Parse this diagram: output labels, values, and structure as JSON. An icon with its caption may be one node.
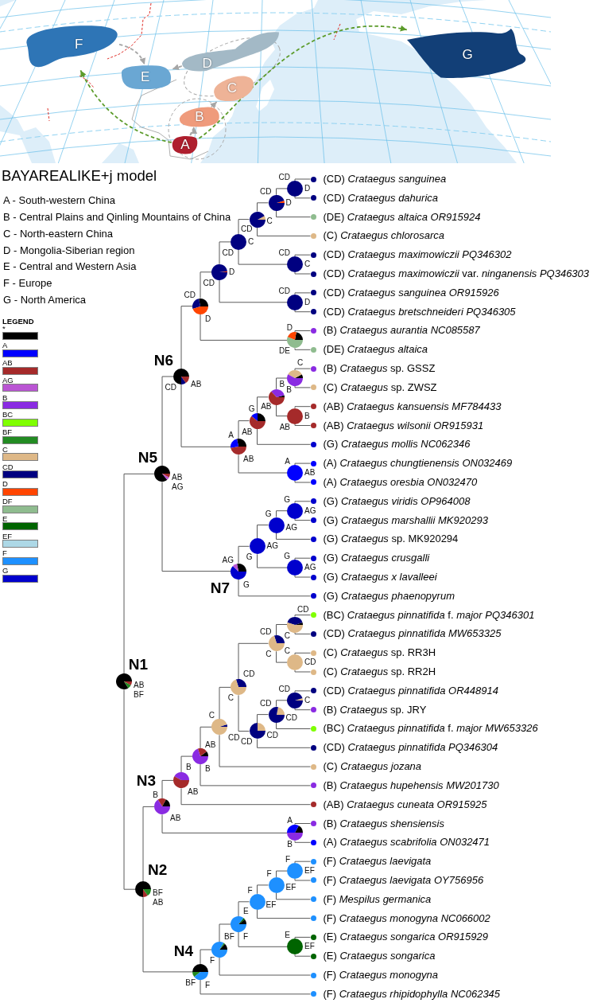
{
  "diagram": {
    "title": "BAYAREALIKE+j model",
    "nodes": [
      {
        "text": [
          "F"
        ]
      },
      {
        "text": [
          "G"
        ]
      },
      {
        "text": [
          "D"
        ]
      },
      {
        "text": [
          "E"
        ]
      },
      {
        "text": [
          "C"
        ]
      },
      {
        "text": [
          "B"
        ]
      },
      {
        "text": [
          "A"
        ]
      },
      {
        "text": [],
        "shape": "circle",
        "beside": [
          "N1",
          "AB",
          "BF"
        ]
      },
      {
        "text": [],
        "shape": "circle",
        "beside": [
          "N5",
          "AB",
          "AG"
        ]
      },
      {
        "text": [],
        "shape": "circle",
        "beside": [
          "N6",
          "CD",
          "AB"
        ]
      },
      {
        "text": [],
        "shape": "circle",
        "beside": [
          "CD",
          "D"
        ]
      },
      {
        "text": [],
        "shape": "circle",
        "beside": [
          "D",
          "CD"
        ]
      },
      {
        "text": [],
        "shape": "circle",
        "beside": [
          "C",
          "CD"
        ]
      },
      {
        "text": [],
        "shape": "circle",
        "beside": [
          "C",
          "CD"
        ]
      },
      {
        "text": [],
        "shape": "circle",
        "beside": [
          "D",
          "CD"
        ]
      },
      {
        "text": [],
        "shape": "circle",
        "beside": [
          "CD",
          "D"
        ]
      },
      {
        "text": [
          "(CD) *Crataegus sanguinea*"
        ]
      },
      {
        "text": [
          "(CD) *Crataegus dahurica*"
        ]
      },
      {
        "text": [
          "(DE) *Crataegus altaica OR915924*"
        ]
      },
      {
        "text": [
          "(C) *Crataegus chlorosarca*"
        ]
      },
      {
        "text": [],
        "shape": "circle",
        "beside": [
          "CD",
          "C"
        ]
      },
      {
        "text": [
          "(CD) *Crataegus maximowiczii PQ346302*"
        ]
      },
      {
        "text": [
          "(CD) *Crataegus maximowiczii* var. *ninganensis PQ346303*"
        ]
      },
      {
        "text": [],
        "shape": "circle",
        "beside": [
          "CD",
          "D"
        ]
      },
      {
        "text": [
          "(CD) *Crataegus sanguinea OR915926*"
        ]
      },
      {
        "text": [
          "(CD) *Crataegus bretschneideri PQ346305*"
        ]
      },
      {
        "text": [],
        "shape": "circle",
        "beside": [
          "D",
          "DE"
        ]
      },
      {
        "text": [
          "(B) *Crataegus aurantia NC085587*"
        ]
      },
      {
        "text": [
          "(DE) *Crataegus altaica*"
        ]
      },
      {
        "text": [],
        "shape": "circle",
        "beside": [
          "A",
          "AB"
        ]
      },
      {
        "text": [],
        "shape": "circle",
        "beside": [
          "G",
          "AB"
        ]
      },
      {
        "text": [],
        "shape": "circle",
        "beside": [
          "B",
          "AB"
        ]
      },
      {
        "text": [],
        "shape": "circle",
        "beside": [
          "C",
          "B"
        ]
      },
      {
        "text": [
          "(B) *Crataegus* sp. GSSZ"
        ]
      },
      {
        "text": [
          "(C) *Crataegus* sp. ZWSZ"
        ]
      },
      {
        "text": [],
        "shape": "circle",
        "beside": [
          "AB",
          "B"
        ]
      },
      {
        "text": [
          "(AB) *Crataegus kansuensis MF784433*"
        ]
      },
      {
        "text": [
          "(AB) *Crataegus wilsonii OR915931*"
        ]
      },
      {
        "text": [
          "(G) *Crataegus mollis NC062346*"
        ]
      },
      {
        "text": [],
        "shape": "circle",
        "beside": [
          "A",
          "AB"
        ]
      },
      {
        "text": [
          "(A) *Crataegus chungtienensis ON032469*"
        ]
      },
      {
        "text": [
          "(A) *Crataegus oresbia ON032470*"
        ]
      },
      {
        "text": [],
        "shape": "circle",
        "beside": [
          "AG",
          "N7",
          "G"
        ]
      },
      {
        "text": [],
        "shape": "circle",
        "beside": [
          "AG",
          "G"
        ]
      },
      {
        "text": [],
        "shape": "circle",
        "beside": [
          "G",
          "AG"
        ]
      },
      {
        "text": [],
        "shape": "circle",
        "beside": [
          "G",
          "AG"
        ]
      },
      {
        "text": [
          "(G) *Crataegus viridis OP964008*"
        ]
      },
      {
        "text": [
          "(G) *Crataegus marshallii MK920293*"
        ]
      },
      {
        "text": [
          "(G) *Crataegus* sp. MK920294"
        ]
      },
      {
        "text": [],
        "shape": "circle",
        "beside": [
          "G",
          "AG"
        ]
      },
      {
        "text": [
          "(G) *Crataegus crusgalli*"
        ]
      },
      {
        "text": [
          "(G) *Crataegus x lavalleei*"
        ]
      },
      {
        "text": [
          "(G) *Crataegus phaenopyrum*"
        ]
      },
      {
        "text": [],
        "shape": "circle",
        "beside": [
          "N2",
          "BF",
          "AB"
        ]
      },
      {
        "text": [],
        "shape": "circle",
        "beside": [
          "N3",
          "B",
          "AB"
        ]
      },
      {
        "text": [],
        "shape": "circle",
        "beside": [
          "B",
          "AB"
        ]
      },
      {
        "text": [],
        "shape": "circle",
        "beside": [
          "AB",
          "B"
        ]
      },
      {
        "text": [],
        "shape": "circle",
        "beside": [
          "CD",
          "C"
        ]
      },
      {
        "text": [],
        "shape": "circle",
        "beside": [
          "CD",
          "C"
        ]
      },
      {
        "text": [],
        "shape": "circle",
        "beside": [
          "CD",
          "C"
        ]
      },
      {
        "text": [],
        "shape": "circle",
        "beside": [
          "CD",
          "C"
        ]
      },
      {
        "text": [
          "(BC) *Crataegus pinnatifida* f. *major PQ346301*"
        ]
      },
      {
        "text": [
          "(CD) *Crataegus pinnatifida MW653325*"
        ]
      },
      {
        "text": [],
        "shape": "circle",
        "beside": [
          "C",
          "CD"
        ]
      },
      {
        "text": [
          "(C) *Crataegus* sp. RR3H"
        ]
      },
      {
        "text": [
          "(C) *Crataegus* sp. RR2H"
        ]
      },
      {
        "text": [],
        "shape": "circle",
        "beside": [
          "CD",
          "CD"
        ]
      },
      {
        "text": [],
        "shape": "circle",
        "beside": [
          "CD",
          "CD"
        ]
      },
      {
        "text": [],
        "shape": "circle",
        "beside": [
          "C",
          "CD"
        ]
      },
      {
        "text": [
          "(CD) *Crataegus pinnatifida OR448914*"
        ]
      },
      {
        "text": [
          "(B) *Crataegus* sp. JRY"
        ]
      },
      {
        "text": [
          "(BC) *Crataegus pinnatifida* f. *major MW653326*"
        ]
      },
      {
        "text": [
          "(CD) *Crataegus pinnatifida PQ346304*"
        ]
      },
      {
        "text": [
          "(C) *Crataegus jozana*"
        ]
      },
      {
        "text": [
          "(B) *Crataegus hupehensis MW201730*"
        ]
      },
      {
        "text": [
          "(AB) *Crataegus cuneata OR915925*"
        ]
      },
      {
        "text": [],
        "shape": "circle",
        "beside": [
          "A",
          "B"
        ]
      },
      {
        "text": [
          "(B) *Crataegus shensiensis*"
        ]
      },
      {
        "text": [
          "(A) *Crataegus scabrifolia ON032471*"
        ]
      },
      {
        "text": [],
        "shape": "circle",
        "beside": [
          "N4",
          "BF",
          "F"
        ]
      },
      {
        "text": [],
        "shape": "circle",
        "beside": [
          "BF",
          "F"
        ]
      },
      {
        "text": [],
        "shape": "circle",
        "beside": [
          "E",
          "F"
        ]
      },
      {
        "text": [],
        "shape": "circle",
        "beside": [
          "F",
          "EF"
        ]
      },
      {
        "text": [],
        "shape": "circle",
        "beside": [
          "F",
          "EF"
        ]
      },
      {
        "text": [],
        "shape": "circle",
        "beside": [
          "F",
          "EF"
        ]
      },
      {
        "text": [
          "(F) *Crataegus laevigata*"
        ]
      },
      {
        "text": [
          "(F) *Crataegus laevigata OY756956*"
        ]
      },
      {
        "text": [
          "(F) *Mespilus germanica*"
        ]
      },
      {
        "text": [
          "(F) *Crataegus monogyna NC066002*"
        ]
      },
      {
        "text": [],
        "shape": "circle",
        "beside": [
          "E",
          "EF"
        ]
      },
      {
        "text": [
          "(E) *Crataegus songarica OR915929*"
        ]
      },
      {
        "text": [
          "(E) *Crataegus songarica*"
        ]
      },
      {
        "text": [
          "(F) *Crataegus monogyna*"
        ]
      },
      {
        "text": [
          "(F) *Crataegus rhipidophylla NC062345*"
        ]
      }
    ],
    "edges": [
      {
        "from": 0,
        "to": 3,
        "arrow": "to",
        "style": "dashed",
        "color": "#a6a6a6"
      },
      {
        "from": 2,
        "to": 3,
        "arrow": "to",
        "style": "dashed",
        "color": "#a6a6a6"
      },
      {
        "from": 6,
        "to": 5,
        "arrow": "to",
        "style": "dashed",
        "color": "#a6a6a6"
      },
      {
        "from": 5,
        "to": 4,
        "arrow": "to",
        "style": "dashed",
        "color": "#a6a6a6"
      },
      {
        "from": 6,
        "to": 0,
        "arrow": "to",
        "style": "dashed",
        "color": "#5b9b2a"
      },
      {
        "from": 6,
        "to": 1,
        "arrow": "to",
        "style": "dashed",
        "color": "#5b9b2a"
      },
      {
        "from": 7,
        "to": 8,
        "arrow": "none"
      },
      {
        "from": 7,
        "to": 53,
        "arrow": "none"
      },
      {
        "from": 8,
        "to": 9,
        "arrow": "none"
      },
      {
        "from": 8,
        "to": 42,
        "arrow": "none"
      },
      {
        "from": 9,
        "to": 10,
        "arrow": "none"
      },
      {
        "from": 9,
        "to": 29,
        "arrow": "none"
      },
      {
        "from": 10,
        "to": 11,
        "arrow": "none"
      },
      {
        "from": 10,
        "to": 26,
        "arrow": "none"
      },
      {
        "from": 11,
        "to": 12,
        "arrow": "none"
      },
      {
        "from": 11,
        "to": 23,
        "arrow": "none"
      },
      {
        "from": 12,
        "to": 13,
        "arrow": "none"
      },
      {
        "from": 12,
        "to": 20,
        "arrow": "none"
      },
      {
        "from": 13,
        "to": 14,
        "arrow": "none"
      },
      {
        "from": 13,
        "to": 19,
        "arrow": "none"
      },
      {
        "from": 14,
        "to": 15,
        "arrow": "none"
      },
      {
        "from": 14,
        "to": 18,
        "arrow": "none"
      },
      {
        "from": 15,
        "to": 16,
        "arrow": "none"
      },
      {
        "from": 15,
        "to": 17,
        "arrow": "none"
      },
      {
        "from": 20,
        "to": 21,
        "arrow": "none"
      },
      {
        "from": 20,
        "to": 22,
        "arrow": "none"
      },
      {
        "from": 23,
        "to": 24,
        "arrow": "none"
      },
      {
        "from": 23,
        "to": 25,
        "arrow": "none"
      },
      {
        "from": 26,
        "to": 27,
        "arrow": "none"
      },
      {
        "from": 26,
        "to": 28,
        "arrow": "none"
      },
      {
        "from": 29,
        "to": 30,
        "arrow": "none"
      },
      {
        "from": 29,
        "to": 39,
        "arrow": "none"
      },
      {
        "from": 30,
        "to": 31,
        "arrow": "none"
      },
      {
        "from": 30,
        "to": 38,
        "arrow": "none"
      },
      {
        "from": 31,
        "to": 32,
        "arrow": "none"
      },
      {
        "from": 31,
        "to": 35,
        "arrow": "none"
      },
      {
        "from": 32,
        "to": 33,
        "arrow": "none"
      },
      {
        "from": 32,
        "to": 34,
        "arrow": "none"
      },
      {
        "from": 35,
        "to": 36,
        "arrow": "none"
      },
      {
        "from": 35,
        "to": 37,
        "arrow": "none"
      },
      {
        "from": 39,
        "to": 40,
        "arrow": "none"
      },
      {
        "from": 39,
        "to": 41,
        "arrow": "none"
      },
      {
        "from": 42,
        "to": 43,
        "arrow": "none"
      },
      {
        "from": 42,
        "to": 52,
        "arrow": "none"
      },
      {
        "from": 43,
        "to": 44,
        "arrow": "none"
      },
      {
        "from": 43,
        "to": 49,
        "arrow": "none"
      },
      {
        "from": 44,
        "to": 45,
        "arrow": "none"
      },
      {
        "from": 44,
        "to": 48,
        "arrow": "none"
      },
      {
        "from": 45,
        "to": 46,
        "arrow": "none"
      },
      {
        "from": 45,
        "to": 47,
        "arrow": "none"
      },
      {
        "from": 49,
        "to": 50,
        "arrow": "none"
      },
      {
        "from": 49,
        "to": 51,
        "arrow": "none"
      },
      {
        "from": 53,
        "to": 54,
        "arrow": "none"
      },
      {
        "from": 53,
        "to": 79,
        "arrow": "none"
      },
      {
        "from": 54,
        "to": 55,
        "arrow": "none"
      },
      {
        "from": 54,
        "to": 76,
        "arrow": "none"
      },
      {
        "from": 55,
        "to": 56,
        "arrow": "none"
      },
      {
        "from": 55,
        "to": 75,
        "arrow": "none"
      },
      {
        "from": 56,
        "to": 57,
        "arrow": "none"
      },
      {
        "from": 56,
        "to": 74,
        "arrow": "none"
      },
      {
        "from": 57,
        "to": 58,
        "arrow": "none"
      },
      {
        "from": 57,
        "to": 73,
        "arrow": "none"
      },
      {
        "from": 58,
        "to": 59,
        "arrow": "none"
      },
      {
        "from": 58,
        "to": 66,
        "arrow": "none"
      },
      {
        "from": 59,
        "to": 60,
        "arrow": "none"
      },
      {
        "from": 59,
        "to": 63,
        "arrow": "none"
      },
      {
        "from": 60,
        "to": 61,
        "arrow": "none"
      },
      {
        "from": 60,
        "to": 62,
        "arrow": "none"
      },
      {
        "from": 63,
        "to": 64,
        "arrow": "none"
      },
      {
        "from": 63,
        "to": 65,
        "arrow": "none"
      },
      {
        "from": 66,
        "to": 67,
        "arrow": "none"
      },
      {
        "from": 66,
        "to": 72,
        "arrow": "none"
      },
      {
        "from": 67,
        "to": 68,
        "arrow": "none"
      },
      {
        "from": 67,
        "to": 71,
        "arrow": "none"
      },
      {
        "from": 68,
        "to": 69,
        "arrow": "none"
      },
      {
        "from": 68,
        "to": 70,
        "arrow": "none"
      },
      {
        "from": 76,
        "to": 77,
        "arrow": "none"
      },
      {
        "from": 76,
        "to": 78,
        "arrow": "none"
      },
      {
        "from": 79,
        "to": 80,
        "arrow": "none"
      },
      {
        "from": 79,
        "to": 93,
        "arrow": "none"
      },
      {
        "from": 80,
        "to": 81,
        "arrow": "none"
      },
      {
        "from": 80,
        "to": 92,
        "arrow": "none"
      },
      {
        "from": 81,
        "to": 82,
        "arrow": "none"
      },
      {
        "from": 81,
        "to": 89,
        "arrow": "none"
      },
      {
        "from": 82,
        "to": 83,
        "arrow": "none"
      },
      {
        "from": 82,
        "to": 88,
        "arrow": "none"
      },
      {
        "from": 83,
        "to": 84,
        "arrow": "none"
      },
      {
        "from": 83,
        "to": 87,
        "arrow": "none"
      },
      {
        "from": 84,
        "to": 85,
        "arrow": "none"
      },
      {
        "from": 84,
        "to": 86,
        "arrow": "none"
      },
      {
        "from": 89,
        "to": 90,
        "arrow": "none"
      },
      {
        "from": 89,
        "to": 91,
        "arrow": "none"
      }
    ],
    "labels": [
      "A - South-western China",
      "B - Central Plains and Qinling Mountains of China",
      "C - North-eastern China",
      "D - Mongolia-Siberian region",
      "E - Central and Western Asia",
      "F - Europe",
      "G - North America",
      "LEGEND"
    ],
    "legend": [
      {
        "text": "*",
        "color": "#000000"
      },
      {
        "text": "A",
        "color": "#0000ff"
      },
      {
        "text": "AB",
        "color": "#a52a2a"
      },
      {
        "text": "AG",
        "color": "#ba55d3"
      },
      {
        "text": "B",
        "color": "#8a2be2"
      },
      {
        "text": "BC",
        "color": "#7fff00"
      },
      {
        "text": "BF",
        "color": "#228b22"
      },
      {
        "text": "C",
        "color": "#deb887"
      },
      {
        "text": "CD",
        "color": "#000080"
      },
      {
        "text": "D",
        "color": "#ff4500"
      },
      {
        "text": "DF",
        "color": "#8fbc8f"
      },
      {
        "text": "E",
        "color": "#006400"
      },
      {
        "text": "EF",
        "color": "#add8e6"
      },
      {
        "text": "F",
        "color": "#1e90ff"
      },
      {
        "text": "G",
        "color": "#0000cd"
      }
    ]
  }
}
